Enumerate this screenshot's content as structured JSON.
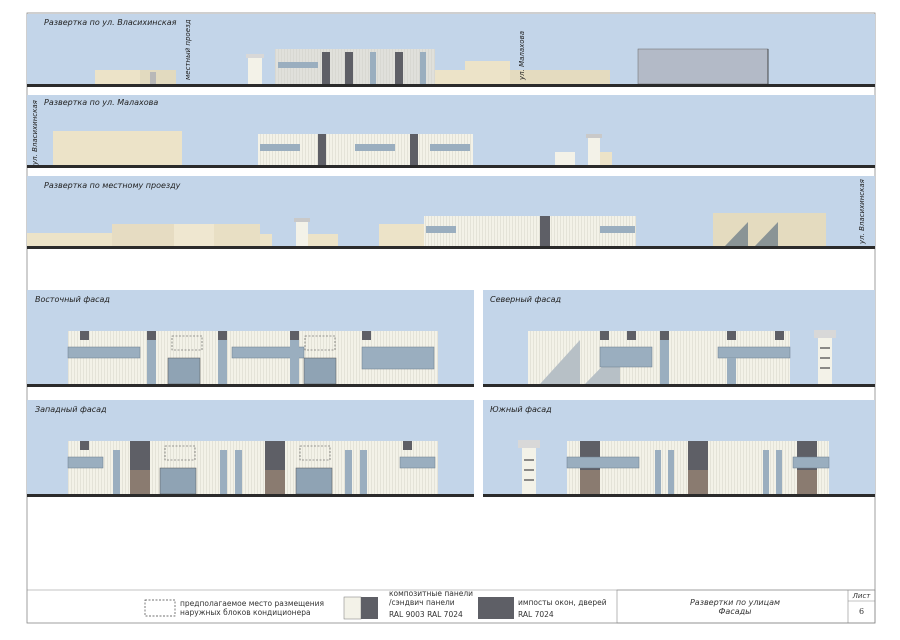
{
  "strips": [
    {
      "title": "Развертка по ул. Власихинская",
      "streets": [
        "местный проезд",
        "ул. Малахова"
      ]
    },
    {
      "title": "Развертка по ул. Малахова",
      "streets": [
        "ул. Власихинская"
      ]
    },
    {
      "title": "Развертка по местному проезду",
      "streets": [
        "ул. Власихинская"
      ]
    }
  ],
  "facades": {
    "east": "Восточный фасад",
    "north": "Северный фасад",
    "west": "Западный фасад",
    "south": "Южный фасад"
  },
  "legend": {
    "ac_line1": "предполагаемое место размещения",
    "ac_line2": "наружных блоков кондиционера",
    "panels_line1": "композитные панели",
    "panels_line2": "/сэндвич панели",
    "panels_codes": "RAL 9003   RAL 7024",
    "posts_line1": "импосты окон, дверей",
    "posts_code": "RAL 7024"
  },
  "stamp": {
    "title_line1": "Развертки по улицам",
    "title_line2": "Фасады",
    "sheet_label": "Лист",
    "sheet_number": "6"
  },
  "colors": {
    "sky": "#c3d5e9",
    "ground": "#2b2b2b",
    "panel_white": "#f1f0e6",
    "panel_gray": "#5e5f66",
    "glass": "#9aaebf",
    "beige": "#ece3c8"
  }
}
